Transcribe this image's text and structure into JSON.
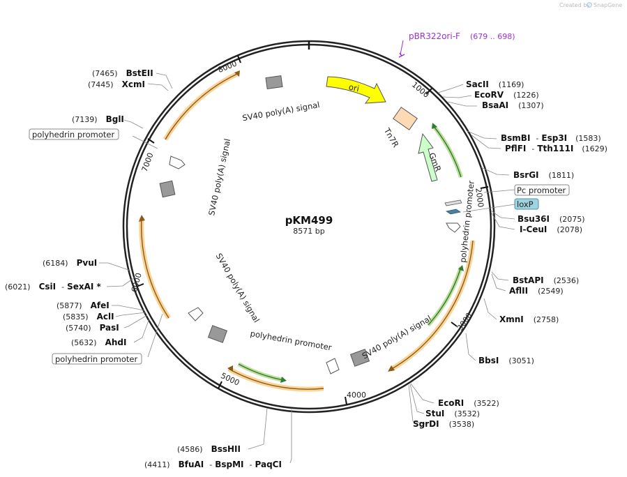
{
  "credit": {
    "prefix": "Created by",
    "brand": "SnapGene"
  },
  "map": {
    "name": "pKM499",
    "length_label": "8571 bp",
    "total_bp": 8571
  },
  "ticks": [
    "1000",
    "2000",
    "3000",
    "4000",
    "5000",
    "6000",
    "7000",
    "8000"
  ],
  "primer": {
    "name": "pBR322ori-F",
    "range": "(679 .. 698)"
  },
  "enzymes": [
    {
      "name": "SacII",
      "pos": "(1169)"
    },
    {
      "name": "EcoRV",
      "pos": "(1226)"
    },
    {
      "name": "BsaAI",
      "pos": "(1307)"
    },
    {
      "name": "BsmBI",
      "extra": "Esp3I",
      "pos": "(1583)"
    },
    {
      "name": "PflFI",
      "extra": "Tth111I",
      "pos": "(1629)"
    },
    {
      "name": "BsrGI",
      "pos": "(1811)"
    },
    {
      "name": "Bsu36I",
      "pos": "(2075)"
    },
    {
      "name": "I-CeuI",
      "pos": "(2078)"
    },
    {
      "name": "BstAPI",
      "pos": "(2536)"
    },
    {
      "name": "AflII",
      "pos": "(2549)"
    },
    {
      "name": "XmnI",
      "pos": "(2758)"
    },
    {
      "name": "BbsI",
      "pos": "(3051)"
    },
    {
      "name": "EcoRI",
      "pos": "(3522)"
    },
    {
      "name": "StuI",
      "pos": "(3532)"
    },
    {
      "name": "SgrDI",
      "pos": "(3538)"
    },
    {
      "name": "BssHII",
      "pos": "(4586)"
    },
    {
      "name": "BfuAI",
      "extra": "BspMI",
      "extra2": "PaqCI",
      "pos": "(4411)"
    },
    {
      "name": "AhdI",
      "pos": "(5632)"
    },
    {
      "name": "PasI",
      "pos": "(5740)"
    },
    {
      "name": "AclI",
      "pos": "(5835)"
    },
    {
      "name": "AfeI",
      "pos": "(5877)"
    },
    {
      "name": "CsiI",
      "extra": "SexAI *",
      "pos": "(6021)"
    },
    {
      "name": "PvuI",
      "pos": "(6184)"
    },
    {
      "name": "BglI",
      "pos": "(7139)"
    },
    {
      "name": "XcmI",
      "pos": "(7445)"
    },
    {
      "name": "BstEII",
      "pos": "(7465)"
    }
  ],
  "boxed_features": {
    "pc_promoter": "Pc promoter",
    "loxp": "loxP",
    "polh_left_upper": "polyhedrin promoter",
    "polh_left_lower": "polyhedrin promoter"
  },
  "features": {
    "ori": "ori",
    "tn7r": "Tn7R",
    "gmr": "GmR",
    "sv40_top": "SV40 poly(A) signal",
    "sv40_left": "SV40 poly(A) signal",
    "sv40_lower_left": "SV40 poly(A) signal",
    "sv40_lower_right": "SV40 poly(A) signal",
    "polh_right": "polyhedrin promoter",
    "polh_bottom": "polyhedrin promoter"
  },
  "colors": {
    "ori": "#ffff00",
    "tn7r": "#fdd9b5",
    "gmr": "#ccffcc",
    "polya": "#999999",
    "loxp": "#9fd3e0",
    "primer": "#9b30d9",
    "orange_track": "#f5b041",
    "green_track": "#8bc34a"
  }
}
